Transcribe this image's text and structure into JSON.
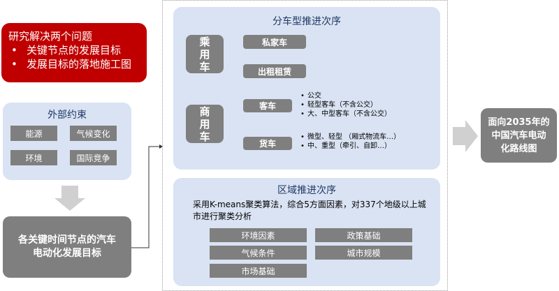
{
  "problems": {
    "title": "研究解决两个问题",
    "items": [
      "关键节点的发展目标",
      "发展目标的落地施工图"
    ]
  },
  "constraints": {
    "title": "外部约束",
    "items": [
      "能源",
      "气候变化",
      "环境",
      "国际竞争"
    ]
  },
  "goals_box": {
    "line1": "各关键时间节点的汽车",
    "line2": "电动化发展目标"
  },
  "vehicle_order": {
    "title": "分车型推进次序",
    "passenger": {
      "chars": [
        "乘",
        "用",
        "车"
      ],
      "types": [
        "私家车",
        "出租租赁"
      ]
    },
    "commercial": {
      "chars": [
        "商",
        "用",
        "车"
      ],
      "bus": {
        "label": "客车",
        "items": [
          "公交",
          "轻型客车（不含公交）",
          "大、中型客车（不含公交）"
        ]
      },
      "truck": {
        "label": "货车",
        "items": [
          "微型、轻型 （厢式物流车…）",
          "中、重型（牵引、自卸…）"
        ]
      }
    }
  },
  "region_order": {
    "title": "区域推进次序",
    "desc": "采用K-means聚类算法，综合5方面因素，对337个地级以上城市进行聚类分析",
    "factors": [
      "环境因素",
      "政策基础",
      "气候条件",
      "城市规模",
      "市场基础"
    ]
  },
  "result": {
    "line1": "面向2035年的",
    "line2": "中国汽车电动",
    "line3": "化路线图"
  }
}
